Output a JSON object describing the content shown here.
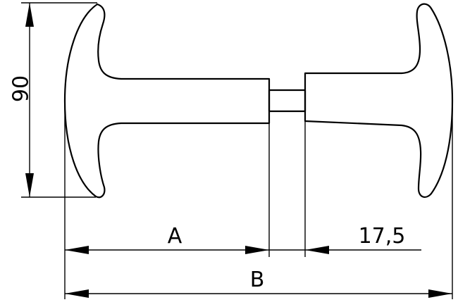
{
  "dimensions": {
    "height_label": "90",
    "length_a_label": "A",
    "offset_label": "17,5",
    "length_b_label": "B"
  }
}
